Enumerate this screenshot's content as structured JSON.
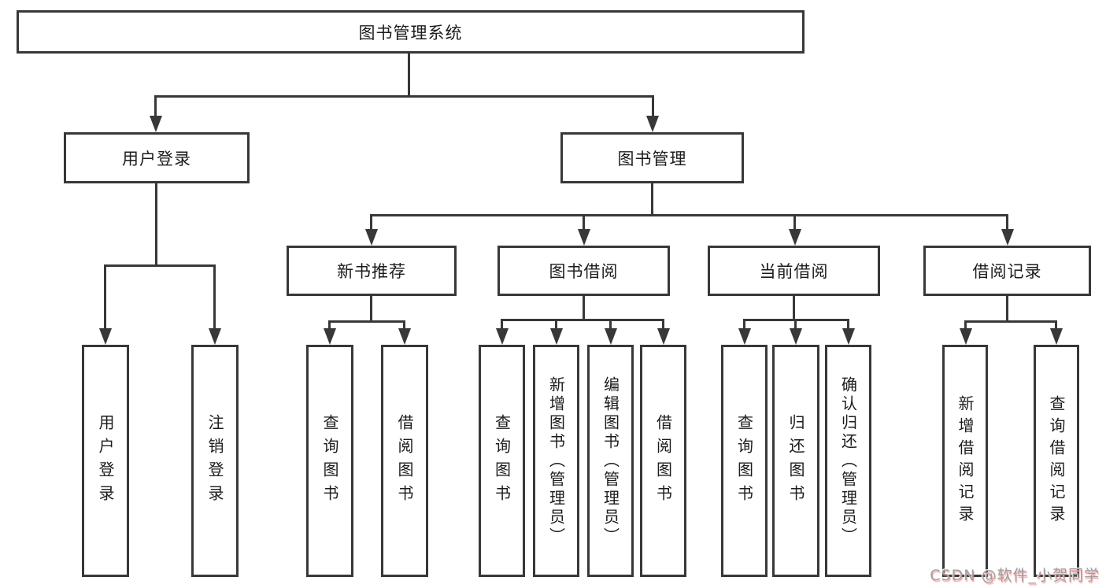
{
  "diagram": {
    "title_node": {
      "label": "图书管理系统"
    },
    "level2": [
      {
        "id": "user-login",
        "label": "用户登录"
      },
      {
        "id": "book-management",
        "label": "图书管理"
      }
    ],
    "level3": [
      {
        "id": "new-book-recommend",
        "label": "新书推荐"
      },
      {
        "id": "book-borrowing",
        "label": "图书借阅"
      },
      {
        "id": "current-borrowing",
        "label": "当前借阅"
      },
      {
        "id": "borrowing-records",
        "label": "借阅记录"
      }
    ],
    "leaves": [
      {
        "id": "user-login-leaf",
        "label": "用户登录"
      },
      {
        "id": "logout",
        "label": "注销登录"
      },
      {
        "id": "query-books-recommend",
        "label": "查询图书"
      },
      {
        "id": "borrow-books-recommend",
        "label": "借阅图书"
      },
      {
        "id": "query-books-borrowing",
        "label": "查询图书"
      },
      {
        "id": "add-books-admin",
        "label": "新增图书（管理员）"
      },
      {
        "id": "edit-books-admin",
        "label": "编辑图书（管理员）"
      },
      {
        "id": "borrow-books-borrowing",
        "label": "借阅图书"
      },
      {
        "id": "query-books-current",
        "label": "查询图书"
      },
      {
        "id": "return-books",
        "label": "归还图书"
      },
      {
        "id": "confirm-return-admin",
        "label": "确认归还（管理员）"
      },
      {
        "id": "add-borrow-record",
        "label": "新增借阅记录"
      },
      {
        "id": "query-borrow-record",
        "label": "查询借阅记录"
      }
    ]
  },
  "watermark": {
    "text": "CSDN @软件_小贺同学"
  },
  "colors": {
    "line": "#383838",
    "box_border": "#383838",
    "text": "#1c1c1c",
    "background": "#ffffff",
    "watermark_text": "#a0a0a0",
    "watermark_shadow": "#e45c5c"
  }
}
